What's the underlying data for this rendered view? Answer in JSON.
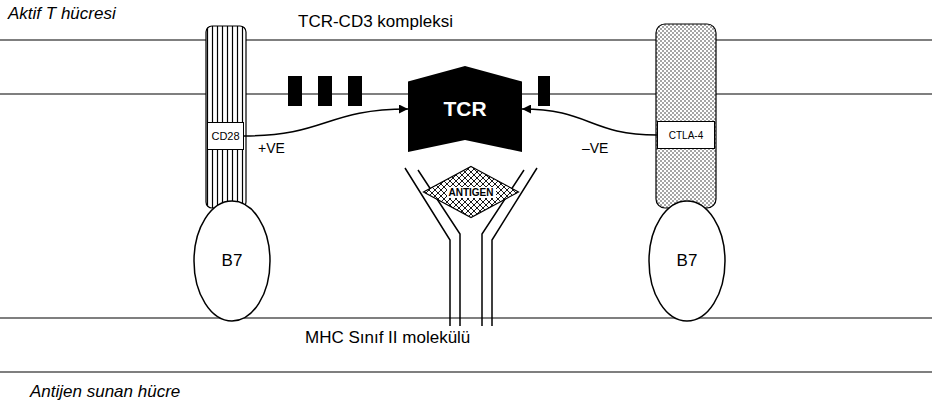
{
  "diagram": {
    "nodes": [
      {
        "text": [
          "CD28"
        ]
      },
      {
        "text": [
          "TCR"
        ]
      },
      {
        "text": [
          "ANTIGEN"
        ]
      },
      {
        "text": [
          "CTLA-4"
        ]
      },
      {
        "text": [
          "B7"
        ]
      },
      {
        "text": [
          "B7"
        ]
      }
    ],
    "edges": [
      {
        "from": 0,
        "to": 1,
        "arrow": "to",
        "label": "+VE"
      },
      {
        "from": 3,
        "to": 1,
        "arrow": "to",
        "label": "–VE"
      }
    ],
    "labels": [
      "Aktif T hücresi",
      "TCR-CD3 kompleksi",
      "MHC Sınıf II molekülü",
      "Antijen sunan hücre"
    ]
  }
}
